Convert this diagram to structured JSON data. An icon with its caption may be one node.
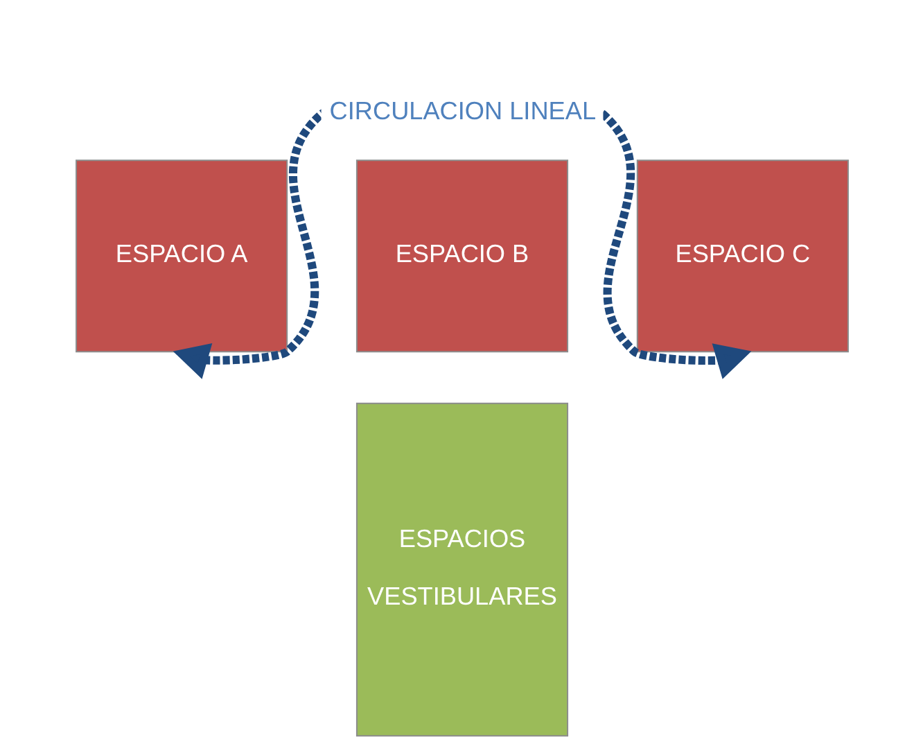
{
  "diagram": {
    "nodes": [
      {
        "text": [
          "ESPACIO A"
        ]
      },
      {
        "text": [
          "ESPACIO B"
        ]
      },
      {
        "text": [
          "ESPACIO C"
        ]
      },
      {
        "text": [
          "ESPACIOS VESTIBULARES"
        ]
      }
    ],
    "edges": [
      {
        "from": 0,
        "to": 2,
        "arrow": "both",
        "style": "dashed",
        "color": "#1f497d",
        "label": "CIRCULACION LINEAL"
      }
    ]
  }
}
